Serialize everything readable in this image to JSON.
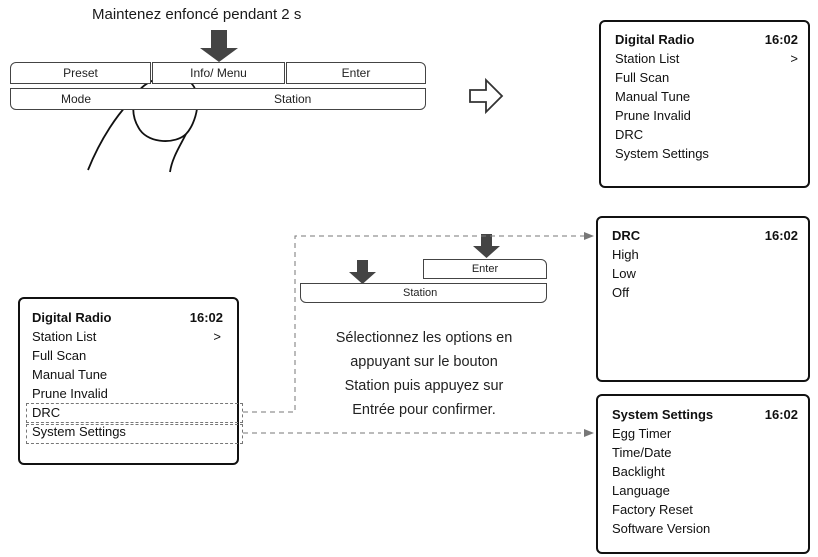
{
  "hold_caption": "Maintenez enfoncé pendant 2 s",
  "top_panel": {
    "buttons": [
      "Preset",
      "Info/ Menu",
      "Enter"
    ],
    "mode_label": "Mode",
    "station_label": "Station"
  },
  "main_menu_screen": {
    "title": "Digital Radio",
    "time": "16:02",
    "items": [
      {
        "label": "Station List",
        "marker": ">"
      },
      {
        "label": "Full Scan",
        "marker": ""
      },
      {
        "label": "Manual Tune",
        "marker": ""
      },
      {
        "label": "Prune Invalid",
        "marker": ""
      },
      {
        "label": "DRC",
        "marker": ""
      },
      {
        "label": "System Settings",
        "marker": ""
      }
    ]
  },
  "small_panel": {
    "enter_label": "Enter",
    "station_label": "Station"
  },
  "instruction_lines": [
    "Sélectionnez les options en",
    "appuyant sur le bouton",
    "Station puis appuyez sur",
    "Entrée pour confirmer."
  ],
  "drc_screen": {
    "title": "DRC",
    "time": "16:02",
    "items": [
      "High",
      "Low",
      "Off"
    ]
  },
  "system_settings_screen": {
    "title": "System Settings",
    "time": "16:02",
    "items": [
      "Egg Timer",
      "Time/Date",
      "Backlight",
      "Language",
      "Factory Reset",
      "Software Version"
    ]
  },
  "colors": {
    "arrow": "#444444",
    "line": "#111111",
    "dash": "#777777"
  }
}
